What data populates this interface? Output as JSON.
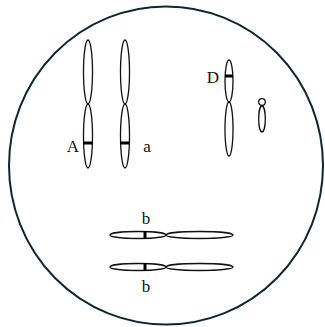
{
  "diagram": {
    "labels": [
      "A",
      "a",
      "D",
      "b",
      "b"
    ]
  }
}
